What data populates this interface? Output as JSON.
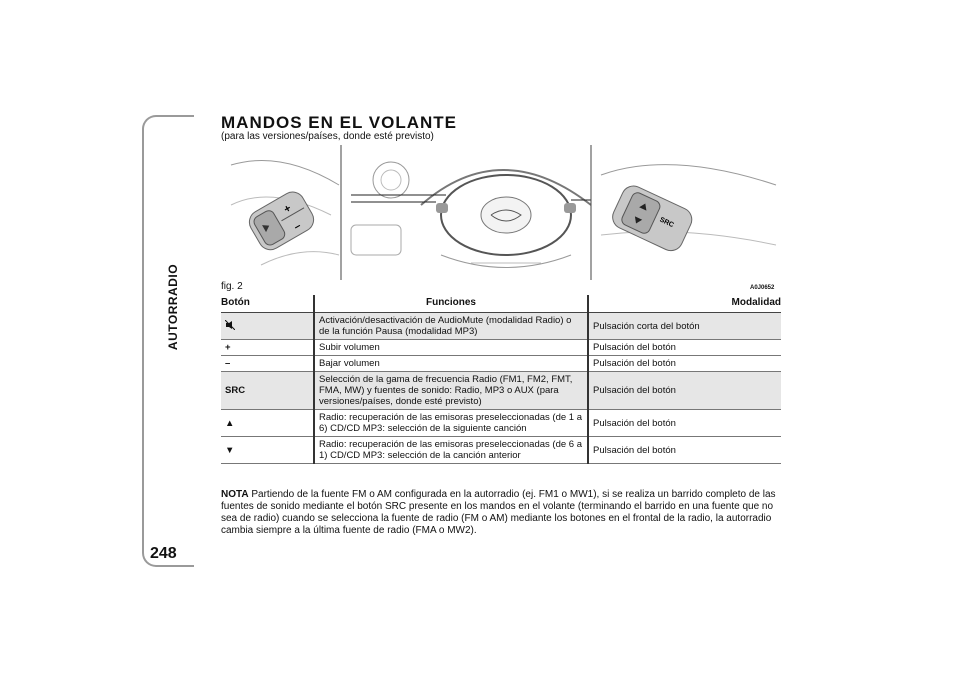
{
  "side_label": "AUTORRADIO",
  "page_number": "248",
  "title": "MANDOS EN EL VOLANTE",
  "subtitle": "(para las versiones/países, donde esté previsto)",
  "figure": {
    "label": "fig. 2",
    "code": "A0J0652",
    "left_buttons": [
      "+",
      "–"
    ],
    "right_button": "SRC"
  },
  "table": {
    "headers": [
      "Botón",
      "Funciones",
      "Modalidad"
    ],
    "rows": [
      {
        "button": "mute-icon",
        "function": "Activación/desactivación de AudioMute (modalidad Radio) o de la función Pausa (modalidad MP3)",
        "mode": "Pulsación corta del botón"
      },
      {
        "button": "+",
        "function": "Subir volumen",
        "mode": "Pulsación del botón"
      },
      {
        "button": "–",
        "function": "Bajar volumen",
        "mode": "Pulsación del botón"
      },
      {
        "button": "SRC",
        "function": "Selección de la gama de frecuencia Radio (FM1, FM2, FMT, FMA, MW) y fuentes de sonido: Radio, MP3 o AUX (para versiones/países, donde esté previsto)",
        "mode": "Pulsación del botón"
      },
      {
        "button": "▲",
        "function": "Radio: recuperación de las emisoras preseleccionadas (de 1 a 6) CD/CD MP3: selección de la siguiente canción",
        "mode": "Pulsación del botón"
      },
      {
        "button": "▼",
        "function": "Radio: recuperación de las emisoras preseleccionadas (de 6 a 1) CD/CD MP3: selección de la canción anterior",
        "mode": "Pulsación del botón"
      }
    ]
  },
  "note": {
    "label": "NOTA",
    "text": "Partiendo de la fuente FM o AM configurada en la autorradio (ej. FM1 o MW1), si se realiza un barrido completo de las fuentes de sonido mediante el botón SRC presente en los mandos en el volante (terminando el barrido en una fuente que no sea de radio) cuando se selecciona la fuente de radio (FM o AM) mediante los botones en el frontal de la radio, la autorradio cambia siempre a la última fuente de radio (FMA o MW2)."
  }
}
